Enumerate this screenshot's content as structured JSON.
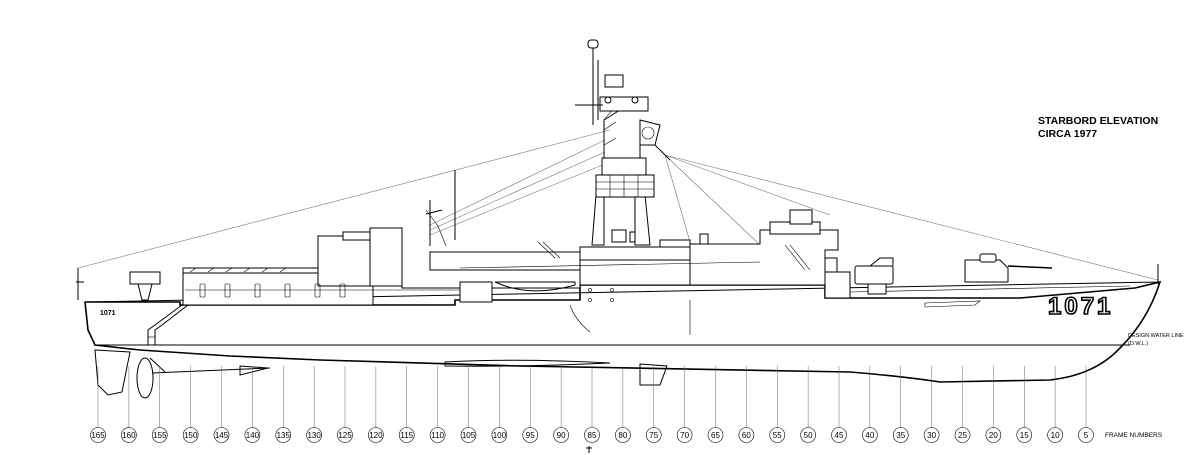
{
  "title": {
    "line1": "STARBORD ELEVATION",
    "line2": "CIRCA 1977"
  },
  "hull_number": "1071",
  "hull_number_stern": "1071",
  "waterline": {
    "line1": "DESIGN WATER LINE",
    "line2": "(D.W.L.)"
  },
  "frame_numbers_label": "FRAME NUMBERS",
  "frames": [
    "165",
    "160",
    "155",
    "150",
    "145",
    "140",
    "135",
    "130",
    "125",
    "120",
    "115",
    "110",
    "105",
    "100",
    "95",
    "90",
    "85",
    "80",
    "75",
    "70",
    "65",
    "60",
    "55",
    "50",
    "45",
    "40",
    "35",
    "30",
    "25",
    "20",
    "15",
    "10",
    "5"
  ]
}
